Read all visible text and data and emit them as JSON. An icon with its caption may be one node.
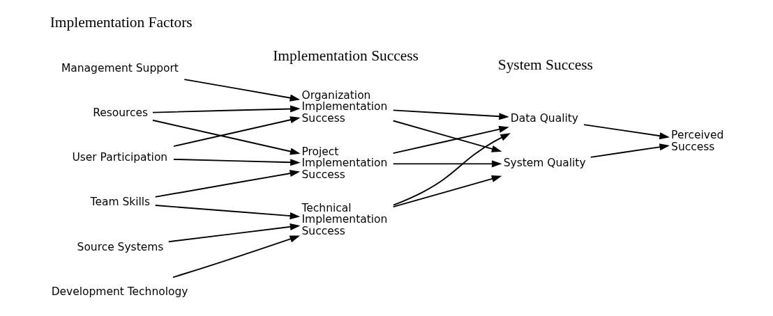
{
  "diagram": {
    "nodes": [
      {
        "text": [
          "Management Support"
        ]
      },
      {
        "text": [
          "Resources"
        ]
      },
      {
        "text": [
          "User Participation"
        ]
      },
      {
        "text": [
          "Team Skills"
        ]
      },
      {
        "text": [
          "Source Systems"
        ]
      },
      {
        "text": [
          "Development Technology"
        ]
      },
      {
        "text": [
          "Organization Implementation Success"
        ]
      },
      {
        "text": [
          "Project Implementation Success"
        ]
      },
      {
        "text": [
          "Technical Implementation Success"
        ]
      },
      {
        "text": [
          "Data Quality"
        ]
      },
      {
        "text": [
          "System Quality"
        ]
      },
      {
        "text": [
          "Perceived Success"
        ]
      }
    ],
    "edges": [
      {
        "from": 0,
        "to": 6,
        "arrow": "to"
      },
      {
        "from": 1,
        "to": 6,
        "arrow": "to"
      },
      {
        "from": 1,
        "to": 7,
        "arrow": "to"
      },
      {
        "from": 2,
        "to": 6,
        "arrow": "to"
      },
      {
        "from": 2,
        "to": 7,
        "arrow": "to"
      },
      {
        "from": 3,
        "to": 7,
        "arrow": "to"
      },
      {
        "from": 3,
        "to": 8,
        "arrow": "to"
      },
      {
        "from": 4,
        "to": 8,
        "arrow": "to"
      },
      {
        "from": 5,
        "to": 8,
        "arrow": "to"
      },
      {
        "from": 6,
        "to": 9,
        "arrow": "to"
      },
      {
        "from": 6,
        "to": 10,
        "arrow": "to"
      },
      {
        "from": 7,
        "to": 9,
        "arrow": "to"
      },
      {
        "from": 7,
        "to": 10,
        "arrow": "to"
      },
      {
        "from": 8,
        "to": 9,
        "arrow": "to"
      },
      {
        "from": 8,
        "to": 10,
        "arrow": "to"
      },
      {
        "from": 9,
        "to": 11,
        "arrow": "to"
      },
      {
        "from": 10,
        "to": 11,
        "arrow": "to"
      }
    ],
    "labels": [
      "Implementation Factors",
      "Implementation Success",
      "System Success"
    ]
  }
}
